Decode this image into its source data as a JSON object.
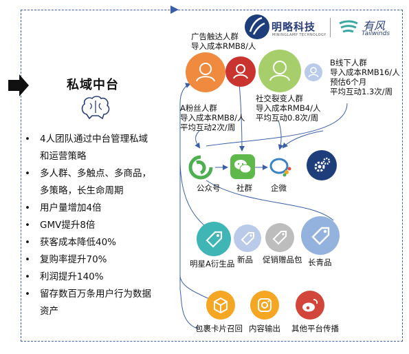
{
  "left": {
    "title": "私域中台",
    "bullets": [
      "4人团队通过中台管理私域",
      "和运营策略",
      "多人群、多触点、多商品，",
      "多策略，长生命周期",
      "用户量增加4倍",
      "GMV提升8倍",
      "获客成本降低40%",
      "复购率提升70%",
      "利润提升140%",
      "留存数百万条用户行为数据",
      "资产"
    ]
  },
  "logos": {
    "minglue": "明略科技",
    "minglue_sub": "MININGLAMP TECHNOLOGY",
    "tailwinds": "有风",
    "tailwinds_sub": "Tailwinds"
  },
  "groups": {
    "ad": [
      "广告触达人群",
      "导入成本RMB8/人"
    ],
    "a_fans": [
      "A粉丝人群",
      "导入成本RMB8/人",
      "平均互动2次/周"
    ],
    "social": [
      "社交裂变人群",
      "导入成本RMB4/人",
      "平均互动0.8次/周"
    ],
    "b_offline": [
      "B线下人群",
      "导入成本RMB16/人",
      "预估6个月",
      "平均互动1.3次/周"
    ]
  },
  "channels": {
    "official": "公众号",
    "community": "社群",
    "wecom": "企微"
  },
  "products": {
    "star": "明星A衍生品",
    "new": "新品",
    "promo": "促销赠品包",
    "evergreen": "长青品"
  },
  "outputs": {
    "parcel": "包裹卡片召回",
    "content": "内容输出",
    "other": "其他平台传播"
  },
  "colors": {
    "frame": "#3a5fa8",
    "orange": "#ef8a3f",
    "red": "#c9342f",
    "green": "#a6cf6b",
    "light_blue": "#b9cbe8",
    "teal": "#3fb5b5",
    "gray": "#bdbdbd",
    "blue_tag": "#93b2dd",
    "yellow": "#f5a623",
    "weibo_red": "#d2453b",
    "navy": "#1d3e7a"
  }
}
